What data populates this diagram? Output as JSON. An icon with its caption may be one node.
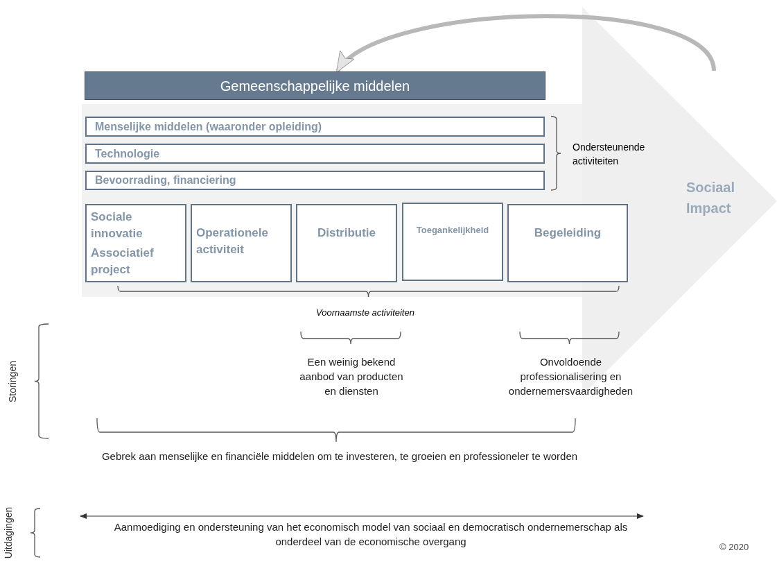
{
  "diagram": {
    "nodes": [
      {
        "text": [
          "Gemeenschappelijke middelen"
        ]
      },
      {
        "text": [
          "Sociaal Impact"
        ]
      },
      {
        "text": [
          "Menselijke middelen (waaronder opleiding)"
        ]
      },
      {
        "text": [
          "Technologie"
        ]
      },
      {
        "text": [
          "Bevoorrading, financiering"
        ]
      },
      {
        "text": [
          "Sociale innovatie",
          "Associatief project"
        ]
      },
      {
        "text": [
          "Operationele activiteit"
        ]
      },
      {
        "text": [
          "Distributie"
        ]
      },
      {
        "text": [
          "Toegankelijkheid"
        ]
      },
      {
        "text": [
          "Begeleiding"
        ]
      }
    ],
    "edges": [
      {
        "from": 1,
        "to": 0,
        "arrow": "to"
      }
    ],
    "labels": [
      "Ondersteunende activiteiten",
      "Voornaamste activiteiten",
      "Storingen",
      "Een weinig bekend aanbod van producten en diensten",
      "Onvoldoende professionalisering en ondernemersvaardigheden",
      "Gebrek aan menselijke en financiële middelen om te investeren, te groeien en professioneler te worden",
      "Uitdagingen",
      "Aanmoediging en ondersteuning van het economisch model van sociaal en democratisch ondernemerschap als onderdeel van de economische overgang",
      "© 2020"
    ]
  }
}
